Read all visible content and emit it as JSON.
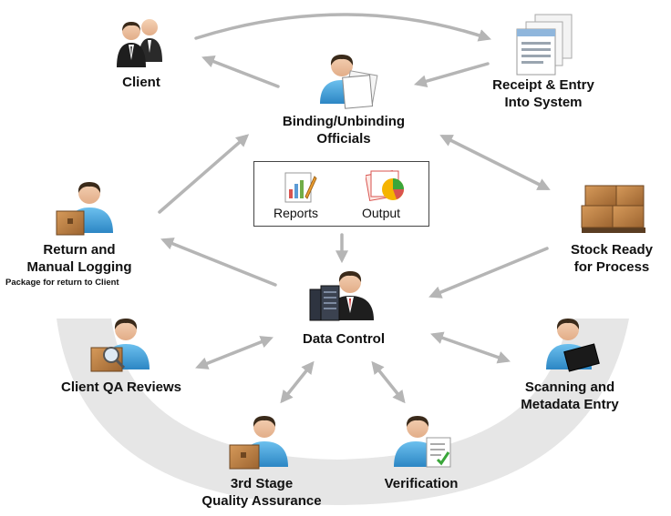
{
  "nodes": {
    "client": "Client",
    "receipt_line1": "Receipt & Entry",
    "receipt_line2": "Into System",
    "binding_line1": "Binding/Unbinding",
    "binding_line2": "Officials",
    "stock_line1": "Stock Ready",
    "stock_line2": "for Process",
    "return_line1": "Return and",
    "return_line2": "Manual Logging",
    "return_note": "Package for return to Client",
    "data_control": "Data Control",
    "client_qa": "Client QA Reviews",
    "scanning_line1": "Scanning and",
    "scanning_line2": "Metadata Entry",
    "qa3_line1": "3rd Stage",
    "qa3_line2": "Quality Assurance",
    "verification": "Verification"
  },
  "center_box": {
    "reports": "Reports",
    "output": "Output"
  },
  "colors": {
    "arrow": "#b5b5b5",
    "arc": "#e6e6e6",
    "person_shirt": "#4aa3dc",
    "box_brown": "#b77b3c"
  },
  "icons": [
    "two-people-icon",
    "documents-icon",
    "person-with-papers-icon",
    "boxes-pallet-icon",
    "person-with-box-icon",
    "person-with-server-icon",
    "person-with-magnifier-icon",
    "person-with-tablet-icon",
    "person-with-checklist-icon",
    "reports-icon",
    "output-chart-icon"
  ]
}
